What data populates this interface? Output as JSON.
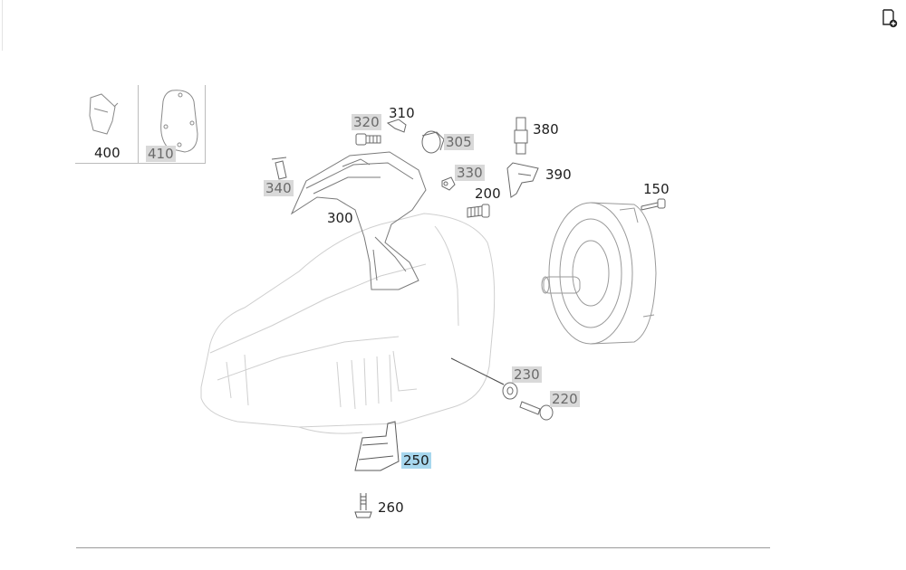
{
  "toolbar": {
    "corner_icon": "document-add-icon"
  },
  "callouts": {
    "c400": "400",
    "c410": "410",
    "c320": "320",
    "c310": "310",
    "c305": "305",
    "c380": "380",
    "c340": "340",
    "c330": "330",
    "c390": "390",
    "c200": "200",
    "c300": "300",
    "c150": "150",
    "c230": "230",
    "c220": "220",
    "c250": "250",
    "c260": "260"
  },
  "colors": {
    "highlight_grey": "#d9d9d9",
    "highlight_selected": "#a7d7ee",
    "line": "#8a8a8a"
  }
}
